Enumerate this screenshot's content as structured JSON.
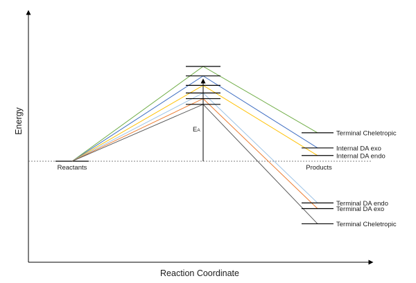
{
  "chart_data": {
    "type": "diagram",
    "subtype": "reaction energy profile",
    "xlabel": "Reaction Coordinate",
    "ylabel": "Energy",
    "activation_label": {
      "main": "E",
      "sub": "A"
    },
    "reactants_label": "Reactants",
    "products_label": "Products",
    "energy_scale": {
      "min": 0,
      "max": 100
    },
    "reactant_energy": 0,
    "series": [
      {
        "name": "Terminal Cheletropic",
        "color": "#70ad47",
        "ts": 50,
        "product": 15
      },
      {
        "name": "Internal DA exo",
        "color": "#4472c4",
        "ts": 45,
        "product": 7
      },
      {
        "name": "Internal DA endo",
        "color": "#ffc000",
        "ts": 40,
        "product": 3
      },
      {
        "name": "Terminal DA endo",
        "color": "#9dc3e6",
        "ts": 36,
        "product": -22
      },
      {
        "name": "Terminal DA exo",
        "color": "#ed7d31",
        "ts": 33,
        "product": -25
      },
      {
        "name": "Terminal Cheletropic",
        "color": "#595959",
        "ts": 30,
        "product": -33
      }
    ]
  }
}
